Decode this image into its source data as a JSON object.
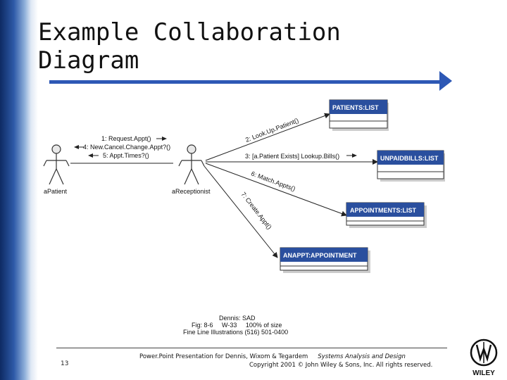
{
  "slide": {
    "title_line1": "Example Collaboration",
    "title_line2": "Diagram",
    "number": "13"
  },
  "actors": [
    {
      "id": "patient",
      "label": "aPatient"
    },
    {
      "id": "receptionist",
      "label": "aReceptionist"
    }
  ],
  "objects": [
    {
      "id": "patients",
      "label": "PATIENTS:LIST"
    },
    {
      "id": "unpaid",
      "label": "UNPAIDBILLS:LIST"
    },
    {
      "id": "appointments",
      "label": "APPOINTMENTS:LIST"
    },
    {
      "id": "anappt",
      "label": "ANAPPT:APPOINTMENT"
    }
  ],
  "messages": {
    "patient_to_recep": [
      "1: Request.Appt()",
      "4: New.Cancel.Change.Appt?()"
    ],
    "recep_to_patient": "5: Appt.Times?()",
    "to_patients": "2: Look.Up.Patient()",
    "to_unpaid": "3: [a.Patient Exists] Lookup.Bills()",
    "to_appointments": "6: Match.Appts()",
    "to_anappt": "7: Create.Appt()"
  },
  "caption": {
    "line1": "Dennis: SAD",
    "line2": "Fig: 8-6     W-33     100% of size",
    "line3": "Fine Line Illustrations (516) 501-0400"
  },
  "footer": {
    "line1": "Power.Point Presentation for Dennis, Wixom & Tegardem",
    "line1_italic": "Systems Analysis and Design",
    "line2": "Copyright 2001 © John Wiley & Sons, Inc. All rights reserved."
  },
  "logo": {
    "label": "WILEY"
  },
  "colors": {
    "object_box": "#2a4f9e",
    "title_rule": "#2d58b5"
  }
}
